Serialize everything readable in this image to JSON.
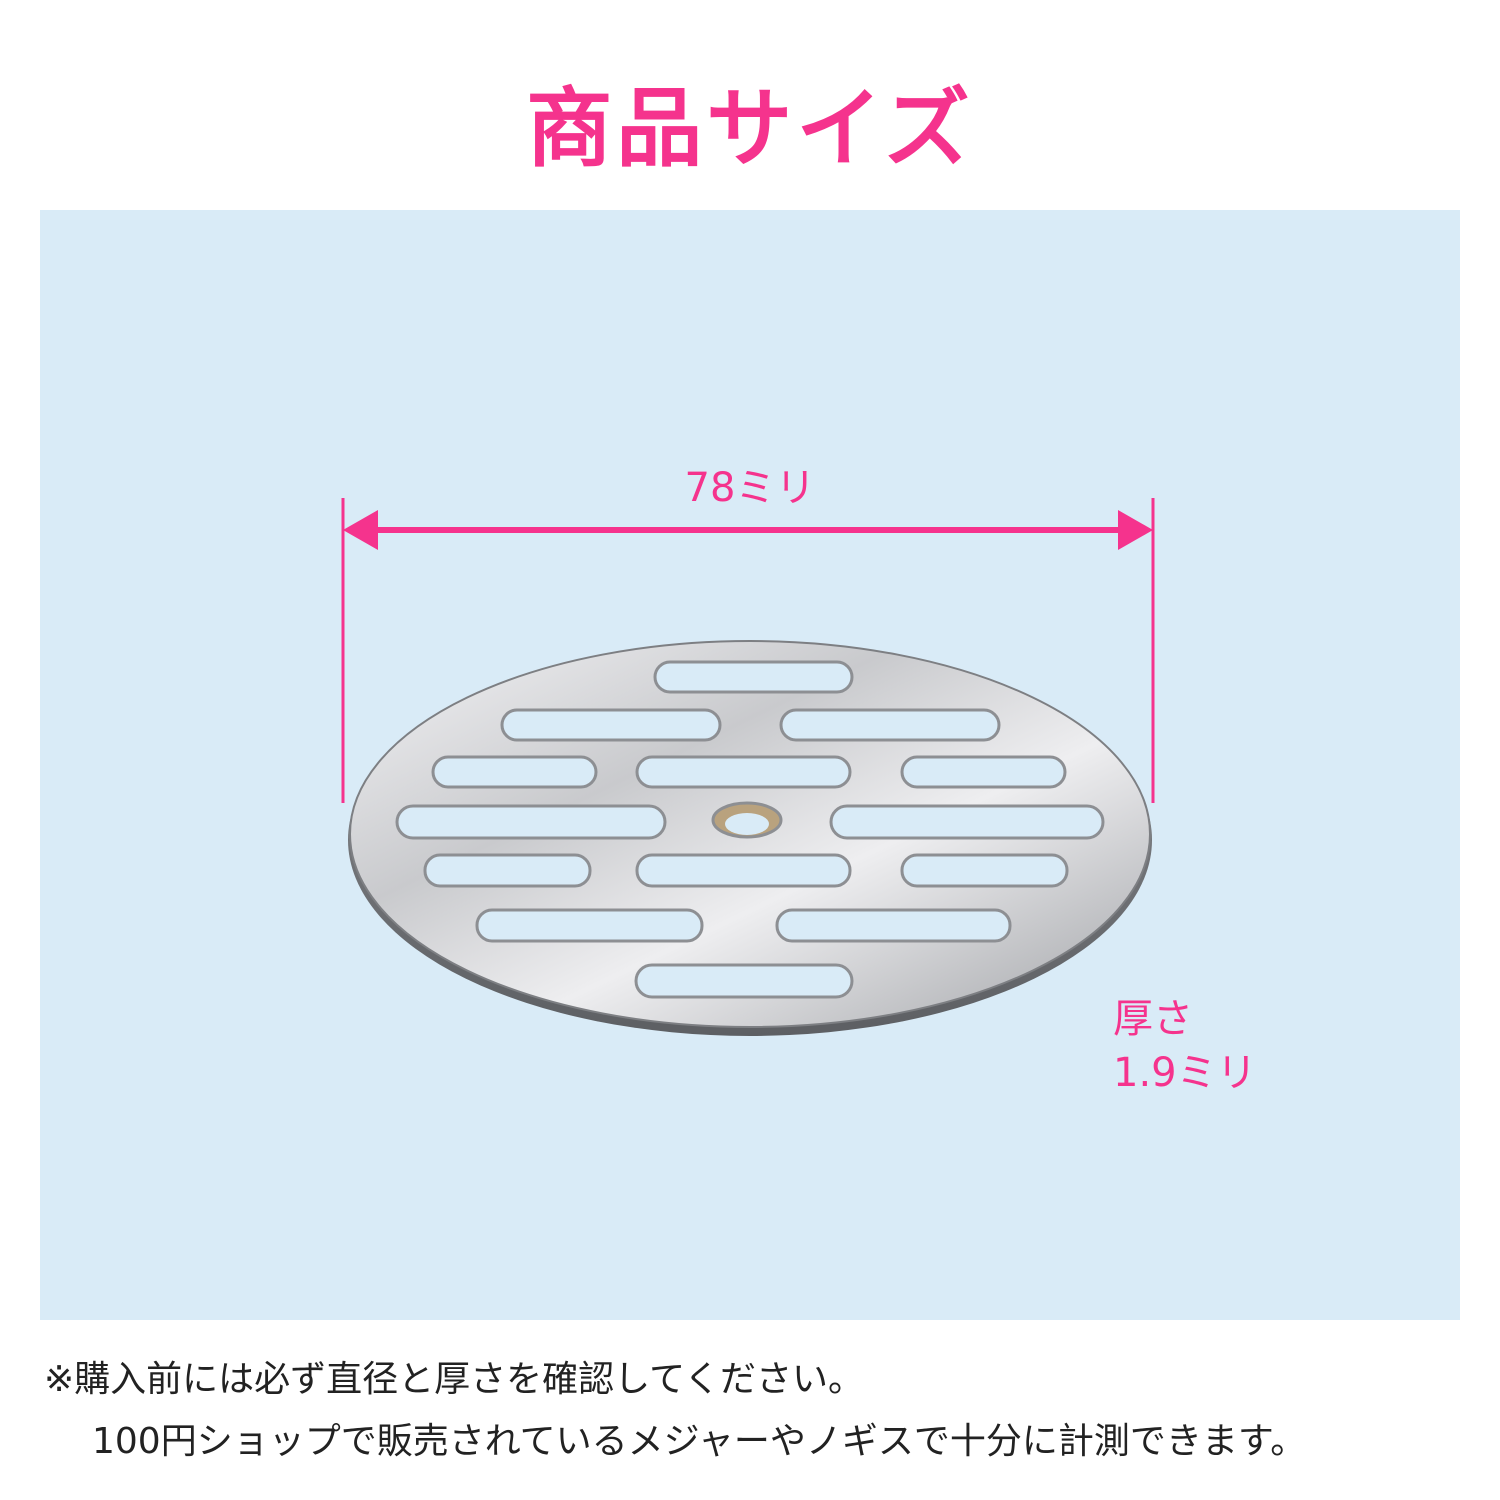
{
  "header": {
    "title": "商品サイズ"
  },
  "product": {
    "name_icon": "drain-strainer-plate",
    "accent_color": "#f5338d",
    "panel_color": "#d9ebf7"
  },
  "dimensions": {
    "diameter_label": "78ミリ",
    "thickness_line1": "厚さ",
    "thickness_line2": "1.9ミリ"
  },
  "notes": {
    "line1": "※購入前には必ず直径と厚さを確認してください。",
    "line2": "100円ショップで販売されているメジャーやノギスで十分に計測できます。"
  }
}
